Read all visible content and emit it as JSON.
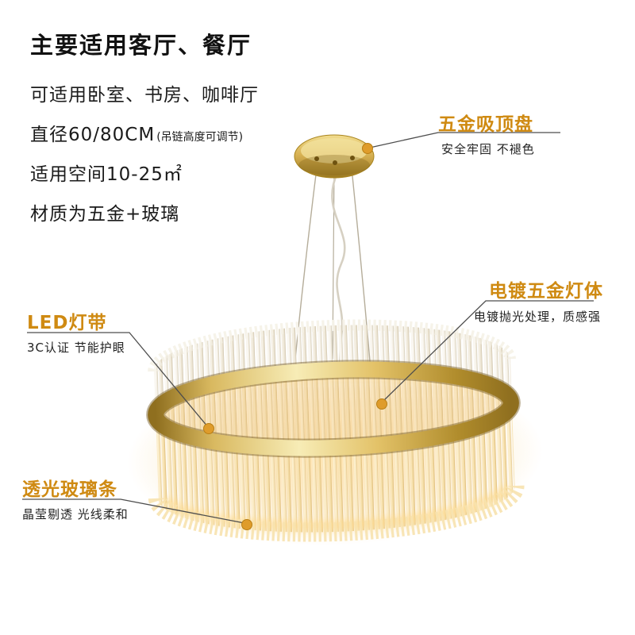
{
  "colors": {
    "accent": "#cf8a12",
    "text": "#1a1a1a",
    "desc_text": "#222222",
    "gold_band": "#d8b254",
    "warm_glow": "#f5c36c",
    "connector_line": "#4d4d4d",
    "callout_dot": "#df9c2b"
  },
  "info": {
    "title": "主要适用客厅、餐厅",
    "line_rooms": "可适用卧室、书房、咖啡厅",
    "line_diameter": "直径60/80CM",
    "line_diameter_note": "(吊链高度可调节)",
    "line_space": "适用空间10-25㎡",
    "line_material": "材质为五金+玻璃"
  },
  "callouts": {
    "ceiling_plate": {
      "title": "五金吸顶盘",
      "desc": "安全牢固 不褪色"
    },
    "lamp_body": {
      "title": "电镀五金灯体",
      "desc": "电镀抛光处理，质感强"
    },
    "led_strip": {
      "title": "LED灯带",
      "desc": "3C认证 节能护眼"
    },
    "glass_strips": {
      "title": "透光玻璃条",
      "desc": "晶莹剔透 光线柔和"
    }
  }
}
